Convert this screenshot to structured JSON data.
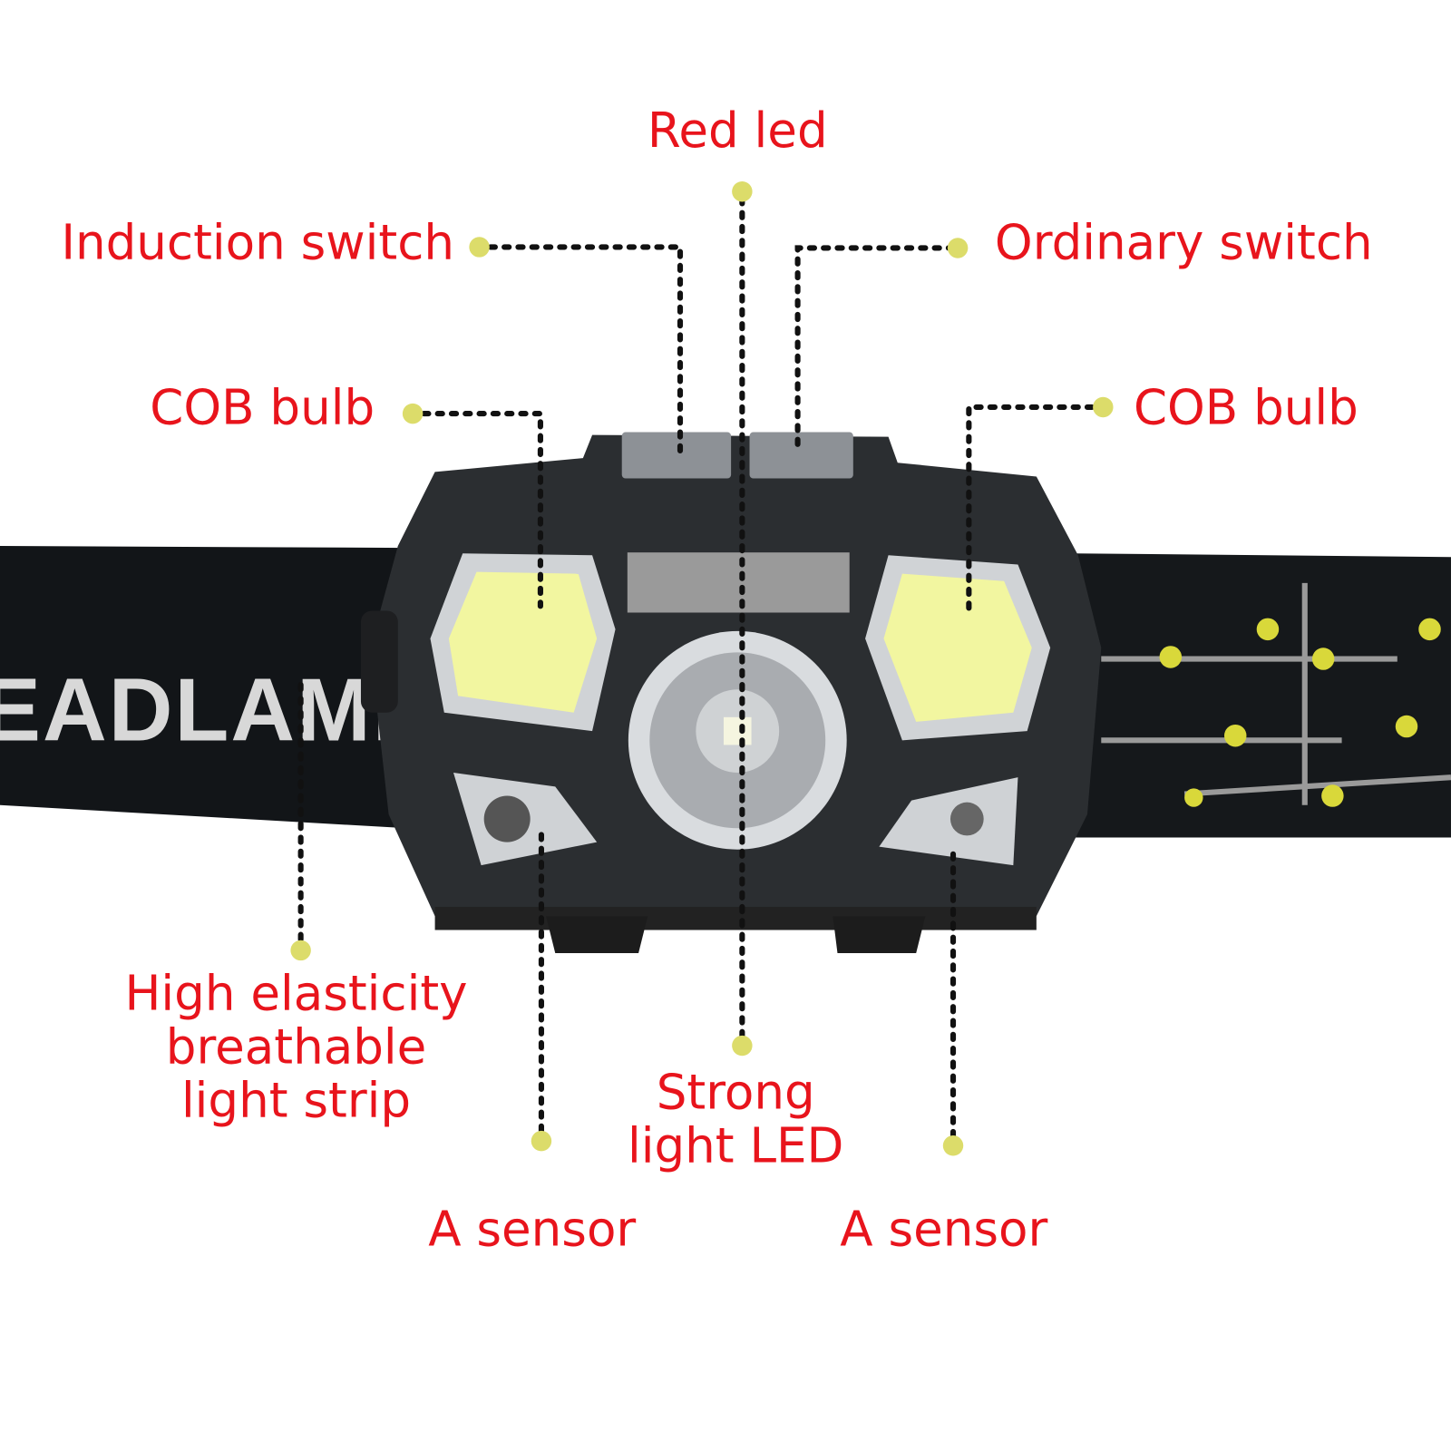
{
  "product": {
    "band_print": "EADLAMP"
  },
  "labels": {
    "red_led": "Red led",
    "induction_switch": "Induction switch",
    "ordinary_switch": "Ordinary switch",
    "cob_bulb_left": "COB bulb",
    "cob_bulb_right": "COB bulb",
    "strip": [
      "High elasticity",
      "breathable",
      "light strip"
    ],
    "strong_led": [
      "Strong",
      "light LED"
    ],
    "sensor_left": "A sensor",
    "sensor_right": "A sensor"
  },
  "colors": {
    "label": "#e8141c",
    "dot": "#dcdc6a",
    "cob": "#f2f6a0"
  }
}
